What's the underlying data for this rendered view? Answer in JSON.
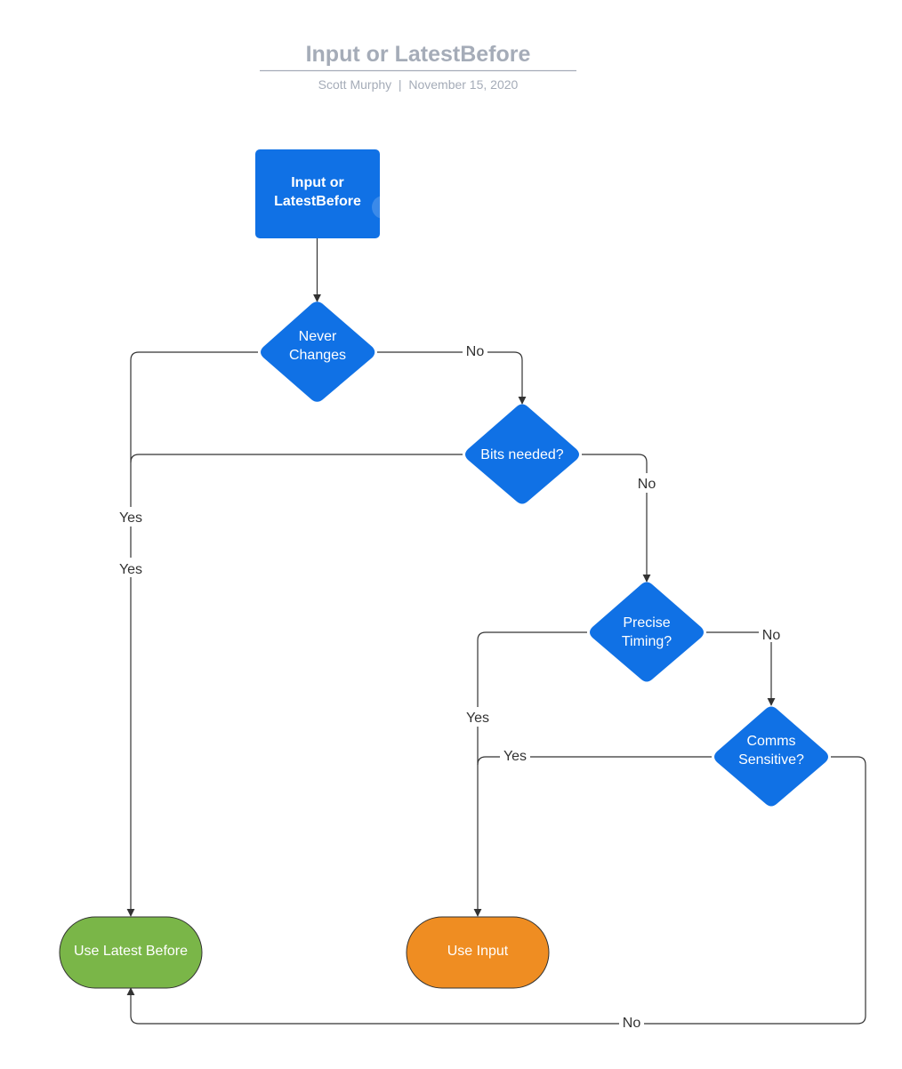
{
  "header": {
    "title": "Input or LatestBefore",
    "subtitle": "Scott Murphy  |  November 15, 2020"
  },
  "colors": {
    "decision_blue": "#1071e5",
    "start_blue": "#1071e5",
    "terminal_green": "#7ab648",
    "terminal_orange": "#ef8d22",
    "line": "#333333",
    "title_gray": "#a5acb8"
  },
  "nodes": {
    "start": {
      "lines": [
        "Input or",
        "LatestBefore"
      ]
    },
    "never_changes": {
      "lines": [
        "Never",
        "Changes"
      ]
    },
    "bits_needed": {
      "lines": [
        "Bits needed?"
      ]
    },
    "precise_timing": {
      "lines": [
        "Precise",
        "Timing?"
      ]
    },
    "comms_sensitive": {
      "lines": [
        "Comms",
        "Sensitive?"
      ]
    },
    "use_latest_before": {
      "lines": [
        "Use Latest Before"
      ]
    },
    "use_input": {
      "lines": [
        "Use Input"
      ]
    }
  },
  "edges": {
    "never_no": "No",
    "never_yes": "Yes",
    "bits_no": "No",
    "bits_yes": "Yes",
    "precise_no": "No",
    "precise_yes": "Yes",
    "comms_yes": "Yes",
    "comms_no": "No"
  }
}
